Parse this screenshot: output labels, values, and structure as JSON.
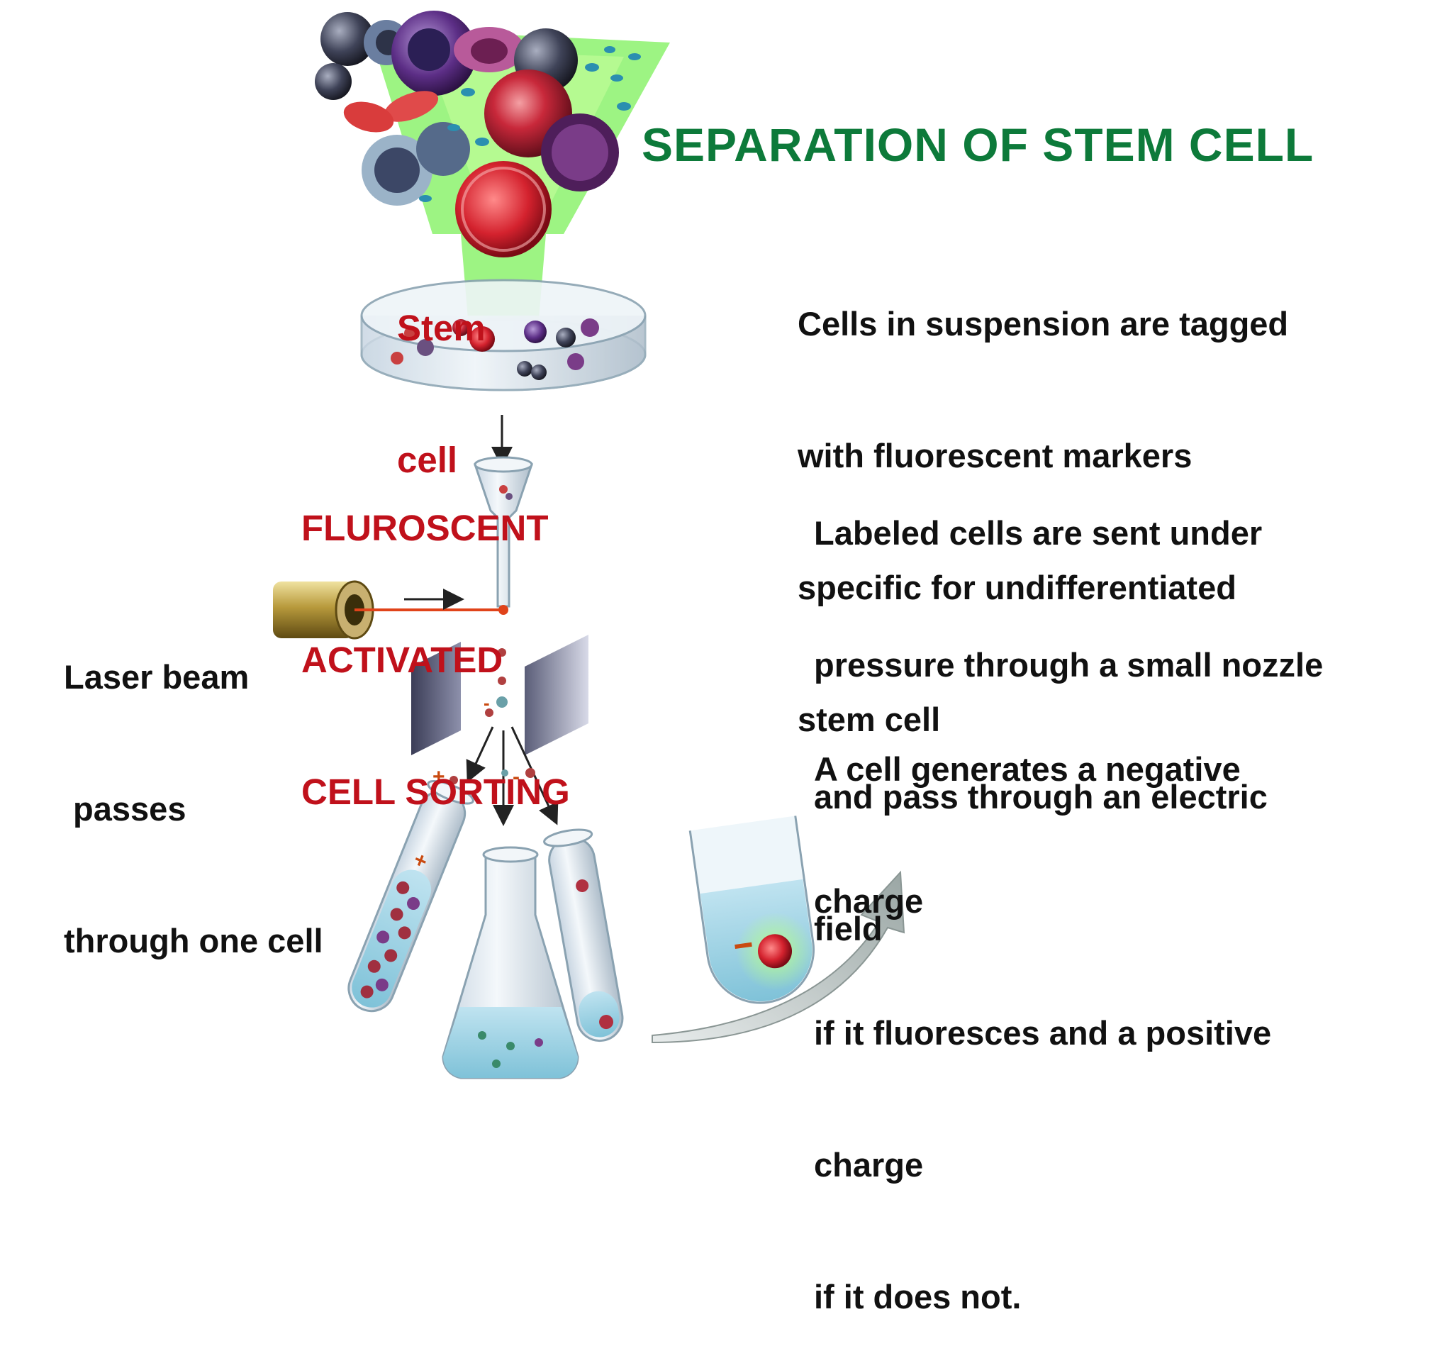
{
  "slide": {
    "title": "SEPARATION OF STEM CELL",
    "labels": {
      "stem_cell_line1": "Stem",
      "stem_cell_line2": "cell",
      "facs_line1": "FLUROSCENT",
      "facs_line2": "ACTIVATED",
      "facs_line3": "CELL SORTING",
      "laser_line1": "Laser beam",
      "laser_line2": " passes",
      "laser_line3": "through one cell"
    },
    "paragraphs": {
      "p1_line1": "Cells in suspension are tagged",
      "p1_line2": "with fluorescent markers",
      "p1_line3": "specific for undifferentiated",
      "p1_line4": "stem cell",
      "p2_line1": "Labeled cells are sent under",
      "p2_line2": "pressure through a small nozzle",
      "p2_line3": "and pass through an electric",
      "p2_line4": "field",
      "p3_line1": "A cell generates a negative",
      "p3_line2": "charge",
      "p3_line3": "if it fluoresces and a positive",
      "p3_line4": "charge",
      "p3_line5": "if it does not."
    },
    "charge_marks": {
      "plus": "+",
      "minus": "-"
    },
    "colors": {
      "title": "#0d7a3a",
      "label_red": "#c0111b",
      "body_text": "#111111",
      "fluorescence_green": "#7cf05a",
      "laser": "#e0431a"
    }
  }
}
